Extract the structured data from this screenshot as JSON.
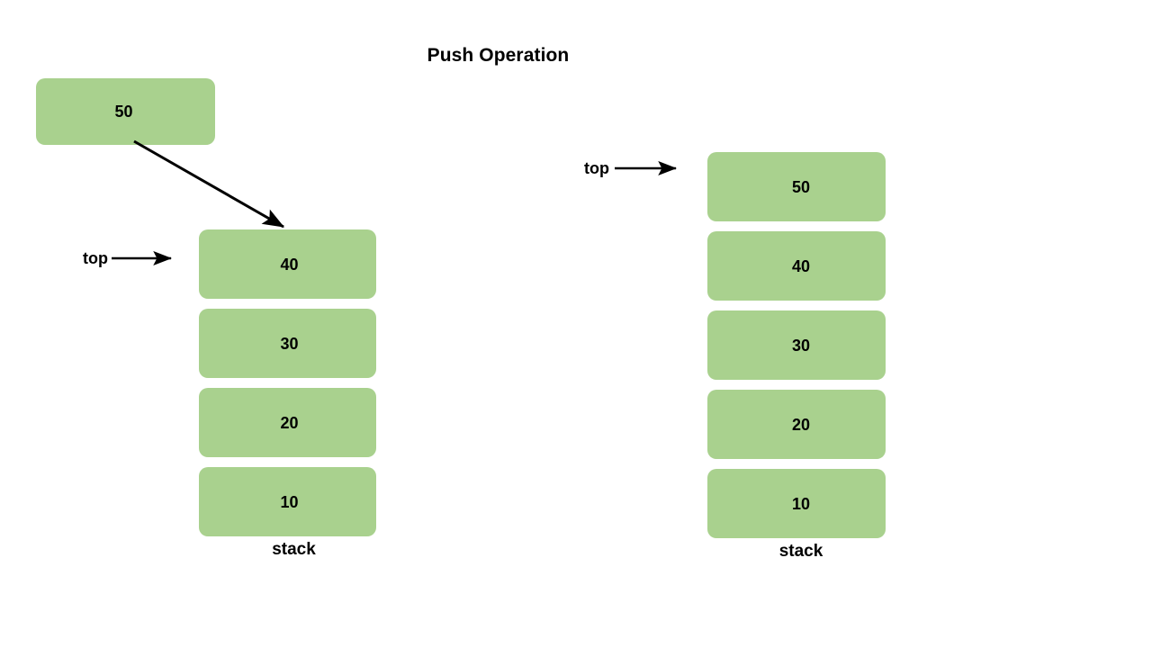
{
  "diagram": {
    "title": "Push Operation",
    "accent_color": "#a9d18e",
    "line_color": "#000000",
    "text_color": "#000000",
    "background_color": "#ffffff"
  },
  "incoming": {
    "value": "50",
    "arrow_name": "push-arrow"
  },
  "before": {
    "caption": "stack",
    "pointer_label": "top",
    "pointer_target_value": "40",
    "nodes": [
      {
        "value": "40"
      },
      {
        "value": "30"
      },
      {
        "value": "20"
      },
      {
        "value": "10"
      }
    ]
  },
  "after": {
    "caption": "stack",
    "pointer_label": "top",
    "pointer_target_value": "50",
    "nodes": [
      {
        "value": "50"
      },
      {
        "value": "40"
      },
      {
        "value": "30"
      },
      {
        "value": "20"
      },
      {
        "value": "10"
      }
    ]
  }
}
